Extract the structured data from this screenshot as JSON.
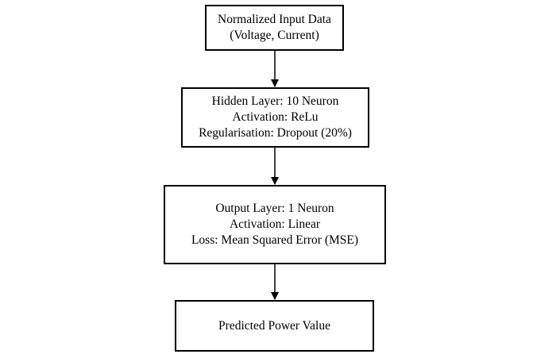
{
  "diagram": {
    "nodes": [
      {
        "id": "input",
        "lines": [
          "Normalized Input Data",
          "(Voltage, Current)"
        ]
      },
      {
        "id": "hidden",
        "lines": [
          "Hidden Layer: 10 Neuron",
          "Activation: ReLu",
          "Regularisation: Dropout (20%)"
        ]
      },
      {
        "id": "output",
        "lines": [
          "Output Layer: 1 Neuron",
          "Activation: Linear",
          "Loss: Mean Squared Error (MSE)"
        ]
      },
      {
        "id": "predicted",
        "lines": [
          "Predicted Power Value"
        ]
      }
    ],
    "edges": [
      {
        "from": "input",
        "to": "hidden"
      },
      {
        "from": "hidden",
        "to": "output"
      },
      {
        "from": "output",
        "to": "predicted"
      }
    ],
    "colors": {
      "stroke": "#000000",
      "background": "#ffffff",
      "text": "#000000"
    }
  }
}
